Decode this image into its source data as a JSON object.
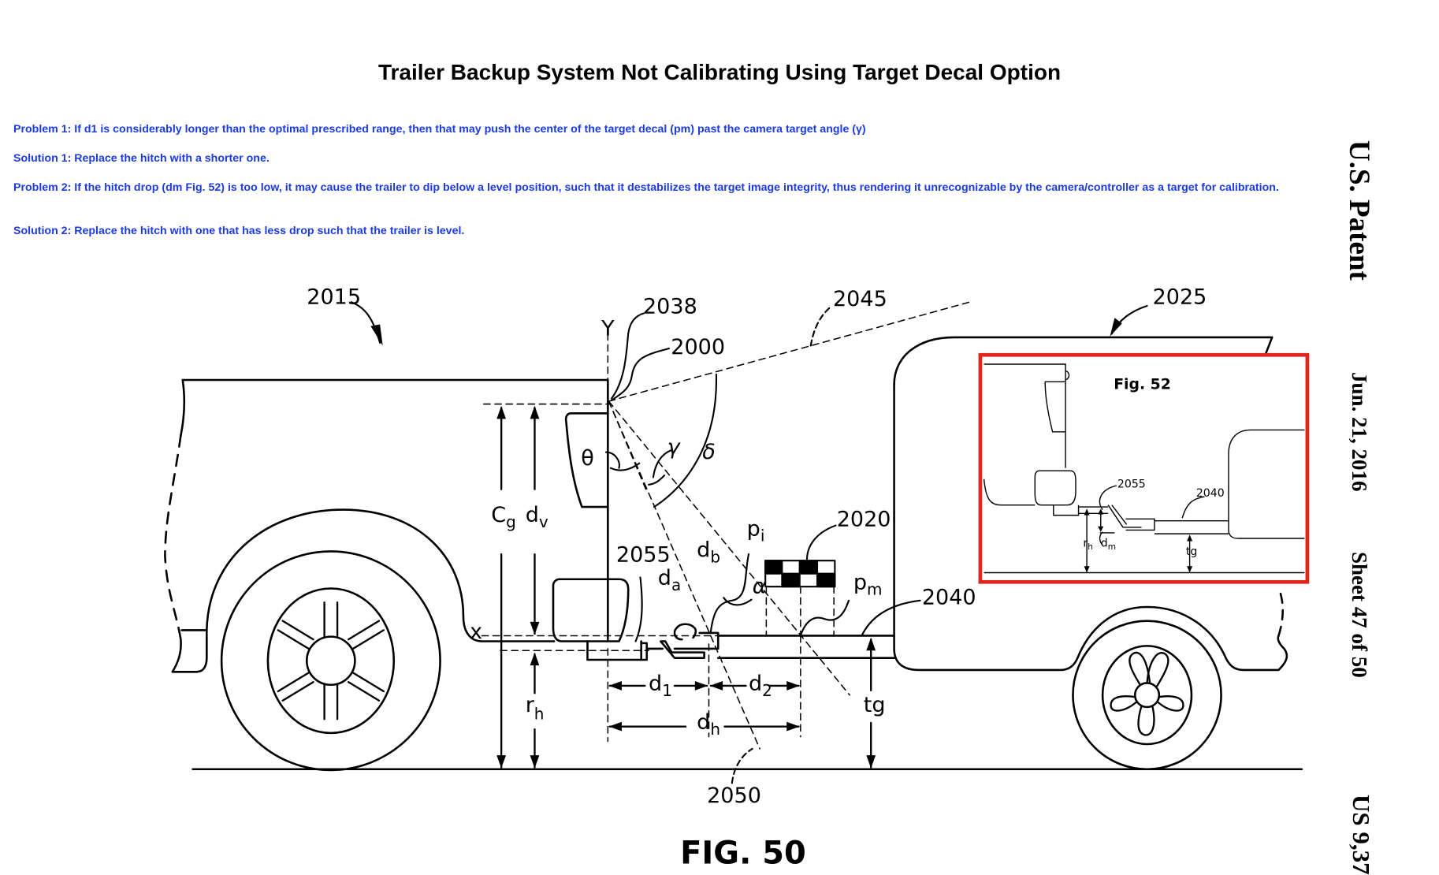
{
  "page": {
    "title": "Trailer Backup System Not Calibrating Using Target Decal Option"
  },
  "notes": [
    {
      "label": "Problem 1",
      "text": "Problem 1: If d1 is considerably longer than the optimal prescribed range, then that may push the center of the target decal (pm) past the camera target angle (γ)"
    },
    {
      "label": "Solution 1",
      "text": "Solution 1: Replace the hitch with a shorter one."
    },
    {
      "label": "Problem 2",
      "text": "Problem 2: If the hitch drop (dm Fig. 52) is too low, it may cause the trailer to dip below a level position, such that it destabilizes the target image integrity, thus rendering it unrecognizable by the camera/controller as a target for calibration."
    },
    {
      "label": "Solution 2",
      "text": "Solution 2: Replace the hitch with one that has less drop such that the trailer is level."
    }
  ],
  "patent_header": {
    "office": "U.S. Patent",
    "date": "Jun. 21, 2016",
    "sheet": "Sheet 47 of 50",
    "number": "US 9,37"
  },
  "figure": {
    "caption": "FIG. 50",
    "refs": {
      "vehicle": "2015",
      "camera": "2038",
      "system": "2000",
      "field_of_view": "2045",
      "trailer": "2025",
      "target": "2020",
      "tongue": "2040",
      "hitch": "2055",
      "ground_ray": "2050"
    },
    "symbols": {
      "y_axis": "Y",
      "x_axis": "x",
      "theta": "θ",
      "gamma": "γ",
      "delta": "δ",
      "alpha": "α",
      "cg": "C",
      "cg_sub": "g",
      "dv": "d",
      "dv_sub": "v",
      "db": "d",
      "db_sub": "b",
      "da": "d",
      "da_sub": "a",
      "pi": "p",
      "pi_sub": "i",
      "pm": "p",
      "pm_sub": "m",
      "rh": "r",
      "rh_sub": "h",
      "d1": "d",
      "d1_sub": "1",
      "d2": "d",
      "d2_sub": "2",
      "dh": "d",
      "dh_sub": "h",
      "tg": "tg"
    }
  },
  "inset": {
    "title": "Fig. 52",
    "border_color": "#e0261b",
    "refs": {
      "hitch": "2055",
      "tongue": "2040"
    },
    "symbols": {
      "rh": "r",
      "rh_sub": "h",
      "dm": "d",
      "dm_sub": "m",
      "tg": "tg"
    }
  },
  "colors": {
    "note_text": "#1a3ae6",
    "line": "#000000",
    "highlight": "#e0261b"
  }
}
